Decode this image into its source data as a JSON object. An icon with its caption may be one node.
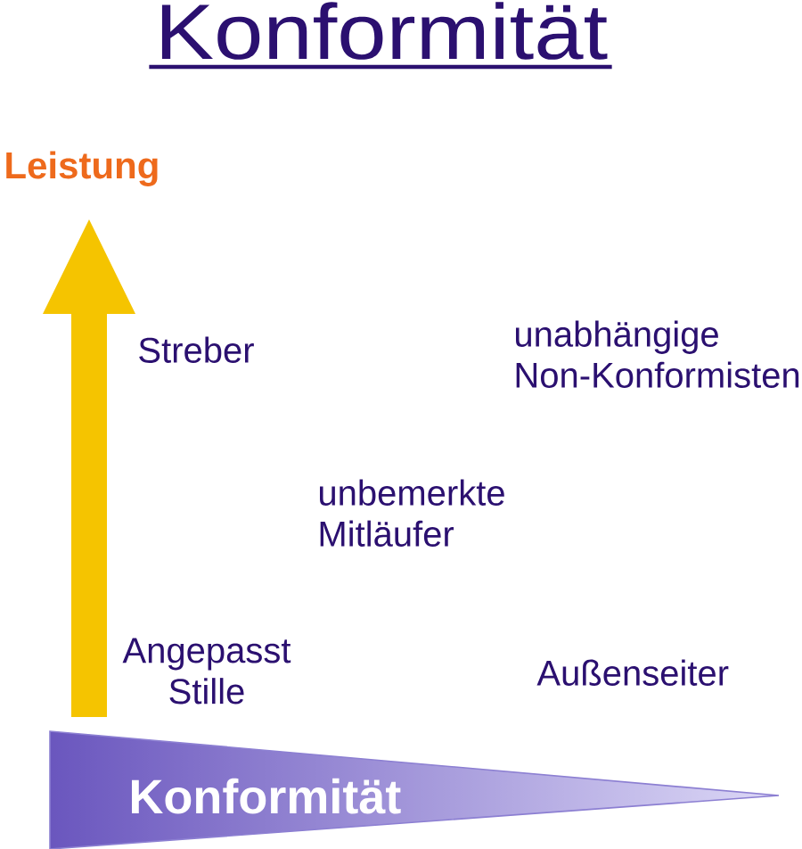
{
  "diagram": {
    "title": "Konformität",
    "nodes": [
      {
        "text": [
          "Konformität"
        ]
      }
    ],
    "labels": [
      "Leistung",
      "Streber",
      "unabhängige Non-Konformisten",
      "unbemerkte Mitläufer",
      "Angepasst Stille",
      "Außenseiter"
    ]
  }
}
